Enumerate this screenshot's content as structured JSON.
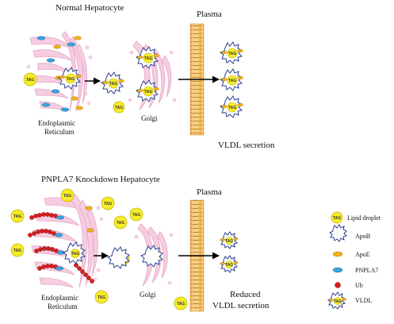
{
  "panels": {
    "top": {
      "title": "Normal Hepatocyte",
      "plasma": "Plasma",
      "er_label": [
        "Endoplasmic",
        "Reticulum"
      ],
      "golgi": "Golgi",
      "outcome": "VLDL secretion"
    },
    "bottom": {
      "title": "PNPLA7 Knockdown Hepatocyte",
      "plasma": "Plasma",
      "er_label": [
        "Endoplasmic",
        "Reticulum"
      ],
      "golgi": "Golgi",
      "outcome": [
        "Reduced",
        "VLDL secretion"
      ]
    }
  },
  "tag_text": "TAG",
  "legend": [
    {
      "icon": "lipid-droplet",
      "label": "Lipid droplet"
    },
    {
      "icon": "apob",
      "label": "ApoB"
    },
    {
      "icon": "apoe",
      "label": "ApoE"
    },
    {
      "icon": "pnpla7",
      "label": "PNPLA7"
    },
    {
      "icon": "ub",
      "label": "Ub"
    },
    {
      "icon": "vldl",
      "label": "VLDL"
    }
  ],
  "colors": {
    "er": "#f3c6dc",
    "er_stroke": "#e8a9c8",
    "droplet": "#f5ec2b",
    "droplet_stroke": "#c9b400",
    "apoe": "#f2b21c",
    "pnpla7": "#3aa3e0",
    "ub": "#d42020",
    "membrane": "#f0b35a",
    "membrane_stripe": "#a8671a"
  }
}
